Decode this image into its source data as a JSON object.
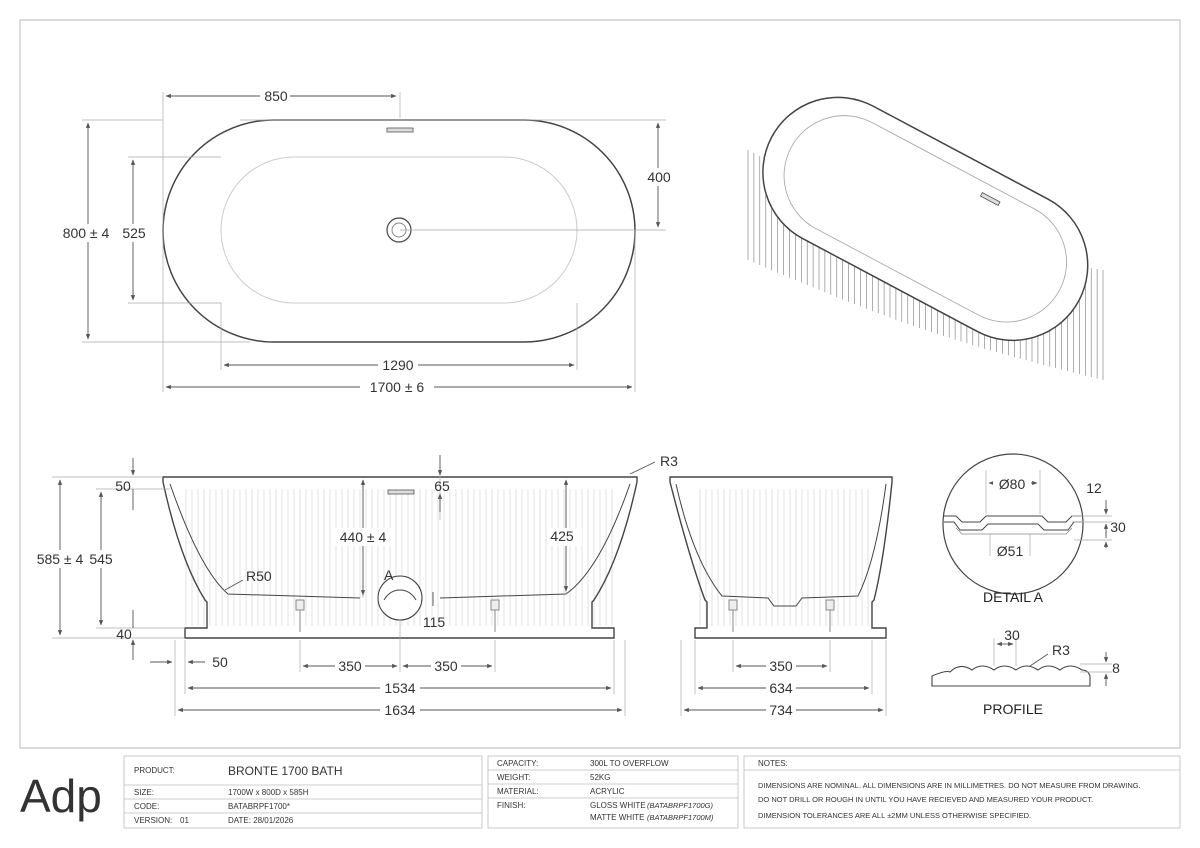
{
  "plan": {
    "d_850": "850",
    "d_400": "400",
    "d_800": "800 ± 4",
    "d_525": "525",
    "d_1290": "1290",
    "d_1700": "1700 ± 6"
  },
  "side": {
    "d_50_top": "50",
    "d_585": "585 ± 4",
    "d_545": "545",
    "d_40": "40",
    "d_65": "65",
    "d_440": "440 ± 4",
    "d_425": "425",
    "d_r50": "R50",
    "d_a": "A",
    "d_115": "115",
    "d_r3": "R3",
    "d_50_bot": "50",
    "d_350_l": "350",
    "d_350_r": "350",
    "d_1534": "1534",
    "d_1634": "1634"
  },
  "end": {
    "d_350": "350",
    "d_634": "634",
    "d_734": "734"
  },
  "detail": {
    "d_80": "Ø80",
    "d_12": "12",
    "d_30": "30",
    "d_51": "Ø51",
    "title": "DETAIL A"
  },
  "profile": {
    "d_30": "30",
    "d_r3": "R3",
    "d_8": "8",
    "title": "PROFILE"
  },
  "titleblock": {
    "logo": "Adp",
    "product_label": "PRODUCT:",
    "product_value": "BRONTE 1700 BATH",
    "size_label": "SIZE:",
    "size_value": "1700W x 800D x 585H",
    "code_label": "CODE:",
    "code_value": "BATABRPF1700*",
    "version_label": "VERSION:",
    "version_value": "01",
    "date_value": "DATE: 28/01/2026",
    "capacity_label": "CAPACITY:",
    "capacity_value": "300L TO OVERFLOW",
    "weight_label": "WEIGHT:",
    "weight_value": "52KG",
    "material_label": "MATERIAL:",
    "material_value": "ACRYLIC",
    "finish_label": "FINISH:",
    "finish_1": "GLOSS WHITE",
    "finish_1_code": "(BATABRPF1700G)",
    "finish_2": "MATTE WHITE",
    "finish_2_code": "(BATABRPF1700M)",
    "notes_label": "NOTES:",
    "note_1": "DIMENSIONS ARE NOMINAL. ALL DIMENSIONS ARE IN MILLIMETRES. DO NOT MEASURE FROM DRAWING.",
    "note_2": "DO NOT DRILL OR ROUGH IN UNTIL YOU HAVE RECIEVED AND MEASURED YOUR PRODUCT.",
    "note_3": "DIMENSION TOLERANCES ARE ALL ±2MM UNLESS OTHERWISE SPECIFIED."
  }
}
